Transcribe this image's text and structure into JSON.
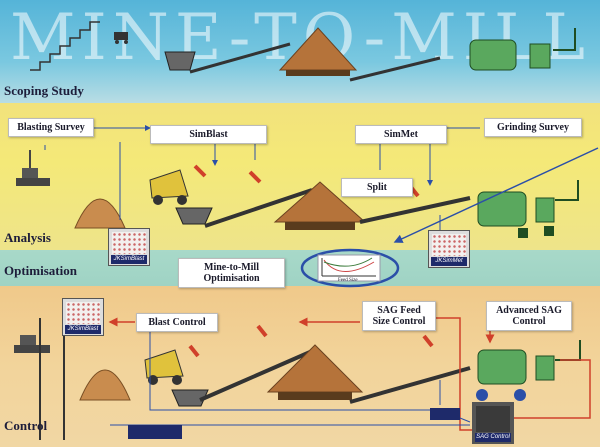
{
  "title": "MINE-TO-MILL",
  "sections": {
    "scoping": "Scoping Study",
    "analysis": "Analysis",
    "optimisation": "Optimisation",
    "control": "Control"
  },
  "analysis": {
    "blasting_survey": "Blasting Survey",
    "simblast": "SimBlast",
    "simmet": "SimMet",
    "grinding_survey": "Grinding Survey",
    "split": "Split",
    "jksimblast": "JKSimBlast",
    "jksimmet": "JKSimMet"
  },
  "optimisation": {
    "box_line1": "Mine-to-Mill",
    "box_line2": "Optimisation",
    "graph_caption": "Feed Size"
  },
  "control": {
    "blast_control": "Blast Control",
    "sag_feed_line1": "SAG Feed",
    "sag_feed_line2": "Size Control",
    "advanced_sag_line1": "Advanced SAG",
    "advanced_sag_line2": "Control",
    "jksimblast": "JKSimBlast",
    "sag_control": "SAG Control"
  },
  "colors": {
    "scoping_band": "#6ec1dc",
    "analysis_band": "#f3e77c",
    "optimisation_band": "#a4d6c7",
    "control_band": "#f1d09a",
    "arrow_blue": "#2b4fa8",
    "arrow_red": "#d0402a"
  }
}
